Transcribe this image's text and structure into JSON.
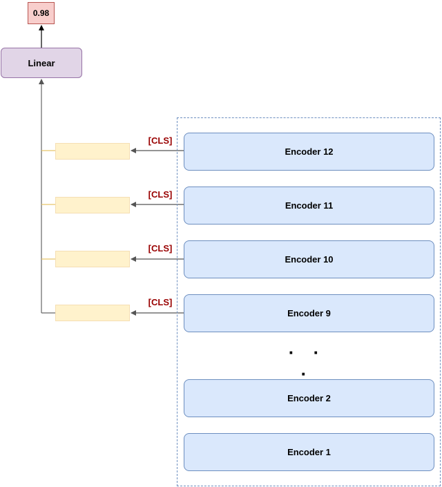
{
  "output": {
    "value": "0.98"
  },
  "linear": {
    "label": "Linear"
  },
  "cls_token_label": "[CLS]",
  "encoders": {
    "e12": "Encoder 12",
    "e11": "Encoder 11",
    "e10": "Encoder 10",
    "e9": "Encoder 9",
    "ellipsis": "· · ·",
    "e2": "Encoder 2",
    "e1": "Encoder 1"
  },
  "colors": {
    "output_fill": "#f8cecc",
    "linear_fill": "#e1d5e7",
    "encoder_fill": "#dae8fc",
    "feature_fill": "#fff2cc",
    "cls_text": "#990000"
  }
}
